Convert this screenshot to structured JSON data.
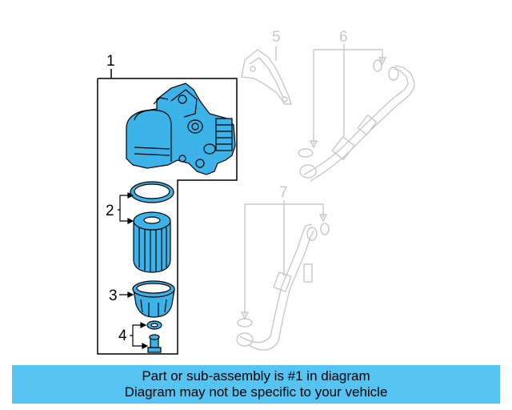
{
  "colors": {
    "highlight_fill": "#3cb3e8",
    "ghost_stroke": "#c8c8c8",
    "caption_bg": "#55c4f2",
    "line": "#000000"
  },
  "callouts": {
    "n1": "1",
    "n2": "2",
    "n3": "3",
    "n4": "4",
    "n5": "5",
    "n6": "6",
    "n7": "7"
  },
  "caption": {
    "line1": "Part or sub-assembly is #1 in diagram",
    "line2": "Diagram may not be specific to your vehicle"
  }
}
